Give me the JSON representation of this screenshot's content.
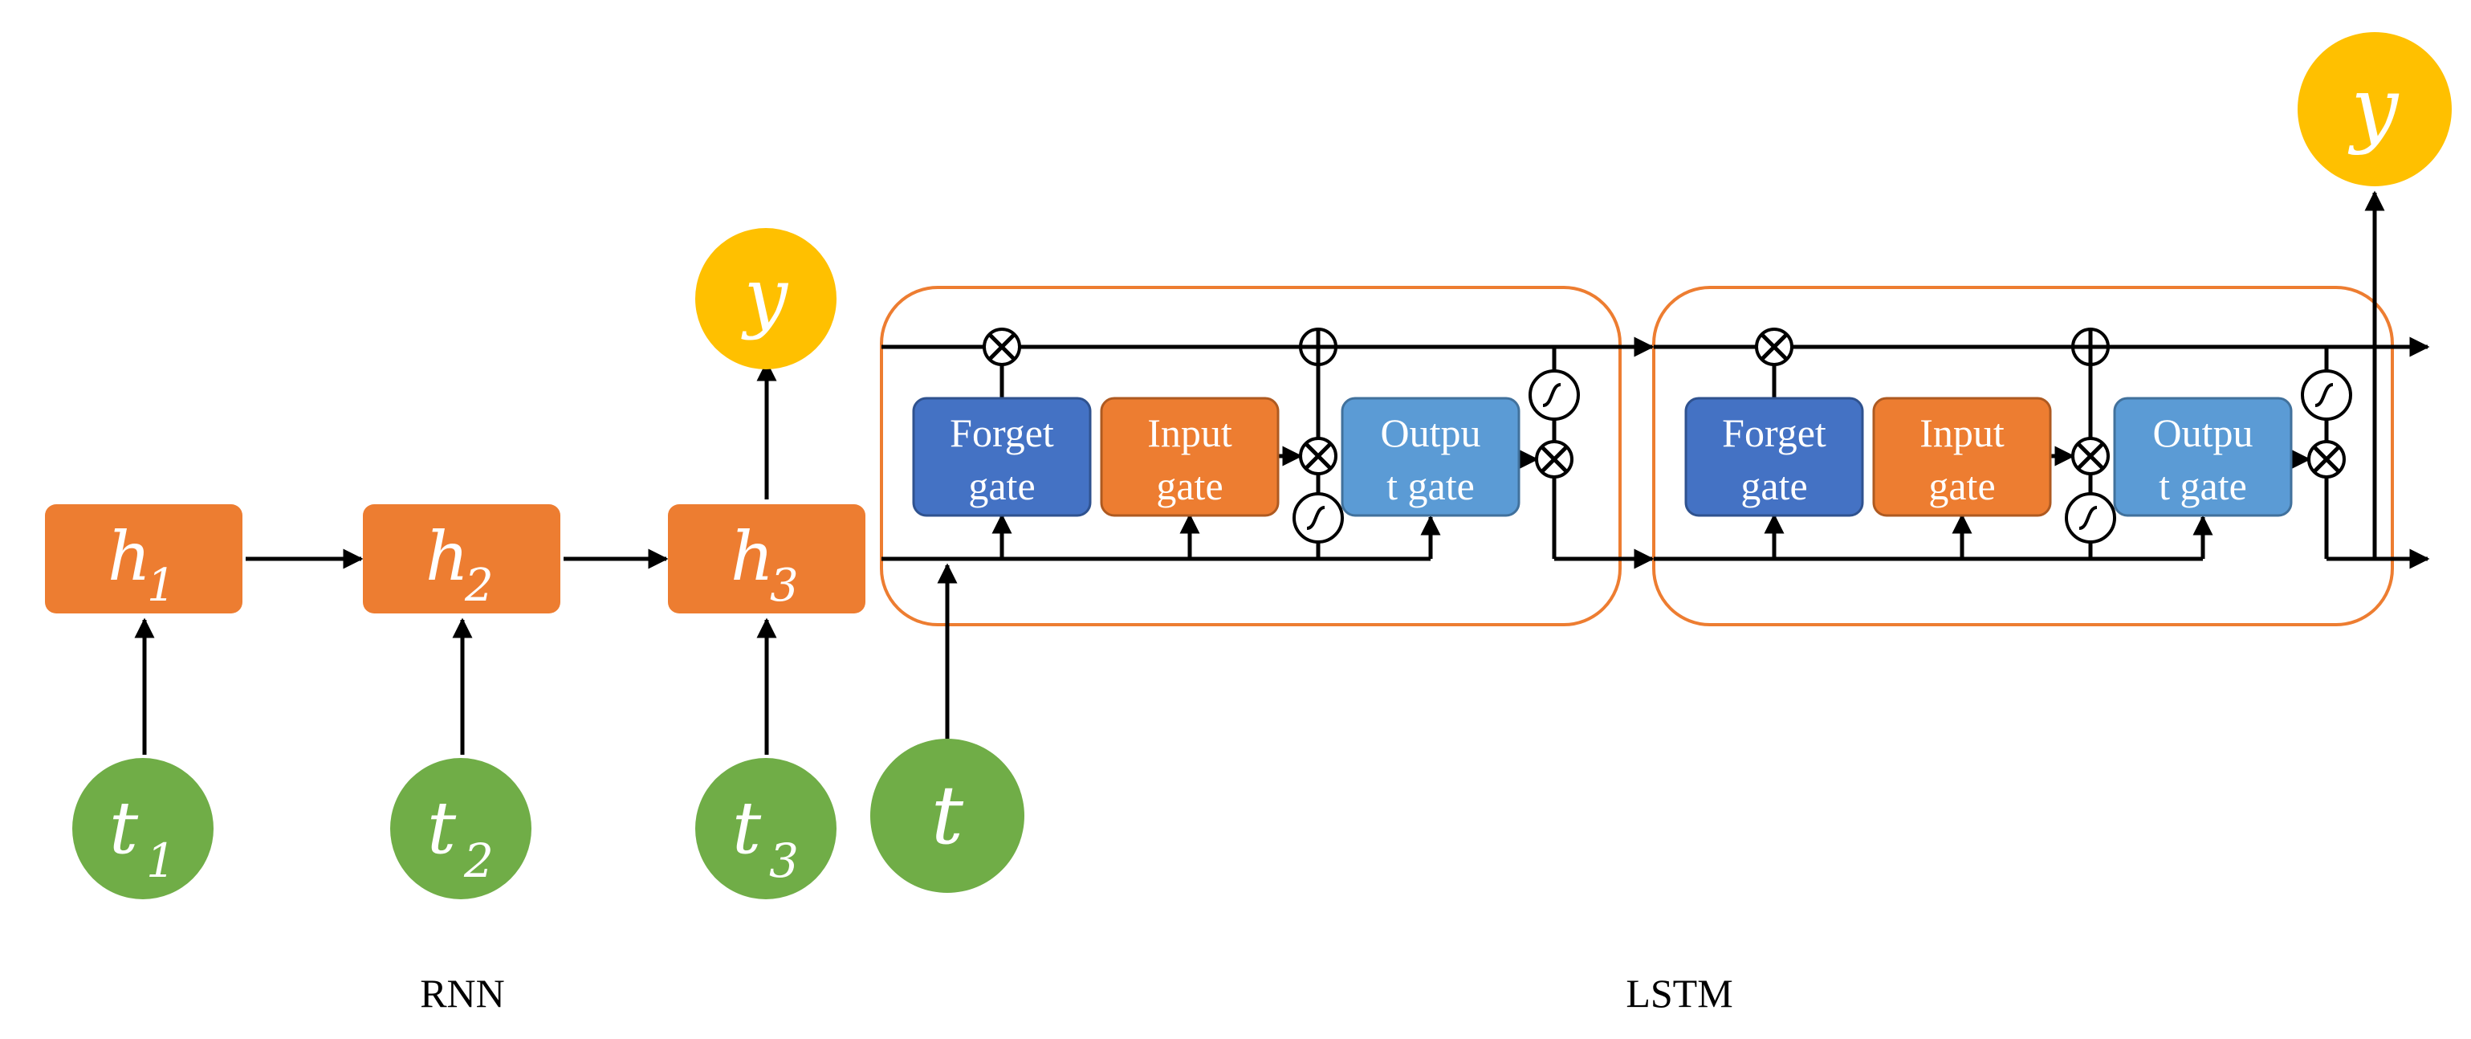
{
  "colors": {
    "hidden_box": "#ED7D31",
    "input_circle": "#70AD47",
    "output_circle": "#FFC000",
    "forget_gate": "#4472C4",
    "input_gate": "#ED7D31",
    "output_gate": "#5B9BD5",
    "cell_border": "#ED7D31",
    "line": "#000000"
  },
  "rnn": {
    "caption": "RNN",
    "hidden": [
      {
        "base": "h",
        "sub": "1"
      },
      {
        "base": "h",
        "sub": "2"
      },
      {
        "base": "h",
        "sub": "3"
      }
    ],
    "inputs": [
      {
        "base": "t",
        "sub": "1"
      },
      {
        "base": "t",
        "sub": "2"
      },
      {
        "base": "t",
        "sub": "3"
      }
    ],
    "output": "y"
  },
  "lstm": {
    "caption": "LSTM",
    "input": "t",
    "output": "y",
    "cells": [
      {
        "forget_gate": [
          "Forget",
          "gate"
        ],
        "input_gate": [
          "Input",
          "gate"
        ],
        "output_gate": [
          "Outpu",
          "t gate"
        ]
      },
      {
        "forget_gate": [
          "Forget",
          "gate"
        ],
        "input_gate": [
          "Input",
          "gate"
        ],
        "output_gate": [
          "Outpu",
          "t gate"
        ]
      }
    ]
  }
}
